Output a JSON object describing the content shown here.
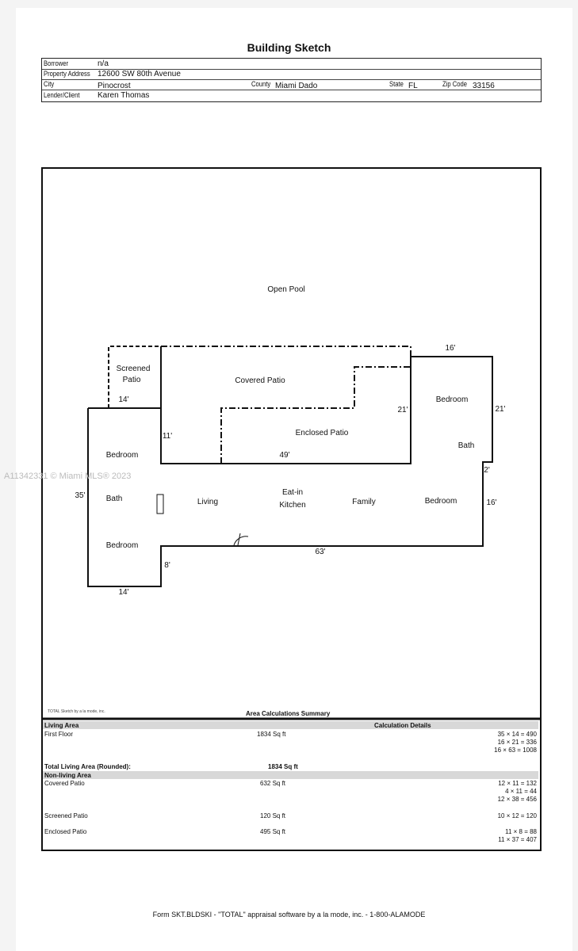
{
  "title": "Building Sketch",
  "info": {
    "borrower_label": "Borrower",
    "borrower": "n/a",
    "address_label": "Property Address",
    "address": "12600 SW 80th Avenue",
    "city_label": "City",
    "city": "Pinocrost",
    "county_label": "County",
    "county": "Miami Dado",
    "state_label": "State",
    "state": "FL",
    "zip_label": "Zip Code",
    "zip": "33156",
    "lender_label": "Lender/Client",
    "lender": "Karen Thomas"
  },
  "sketch": {
    "labels": {
      "pool": "Open Pool",
      "screened1": "Screened",
      "screened2": "Patio",
      "covered": "Covered Patio",
      "enclosed": "Enclosed Patio",
      "bedroom1": "Bedroom",
      "bath1": "Bath",
      "bedroom2": "Bedroom",
      "living": "Living",
      "eatin1": "Eat-in",
      "eatin2": "Kitchen",
      "family": "Family",
      "bedroom3": "Bedroom",
      "bedroom4": "Bedroom",
      "bath2": "Bath"
    },
    "dims": {
      "d14a": "14'",
      "d11": "11'",
      "d49": "49'",
      "d21a": "21'",
      "d16a": "16'",
      "d21b": "21'",
      "d2": "2'",
      "d16b": "16'",
      "d63": "63'",
      "d35": "35'",
      "d8": "8'",
      "d14b": "14'"
    },
    "credit": "TOTAL Sketch by a la mode, inc."
  },
  "summary": {
    "title": "Area Calculations Summary",
    "living_header": "Living Area",
    "calc_header": "Calculation Details",
    "first_floor": "First Floor",
    "first_floor_area": "1834 Sq ft",
    "first_calcs": [
      "35 × 14 =   490",
      "16 × 21 =   336",
      "16 × 63 =  1008"
    ],
    "total_label": "Total Living Area (Rounded):",
    "total": "1834 Sq ft",
    "nonliving_header": "Non-living Area",
    "covered": "Covered Patio",
    "covered_area": "632 Sq ft",
    "covered_calcs": [
      "12 × 11 =   132",
      "4 × 11  =    44",
      "12 × 38 =   456"
    ],
    "screened": "Screened Patio",
    "screened_area": "120 Sq ft",
    "screened_calcs": [
      "10 × 12 =   120"
    ],
    "enclosed": "Enclosed Patio",
    "enclosed_area": "495 Sq ft",
    "enclosed_calcs": [
      "11 × 8   =    88",
      "11 × 37 =   407"
    ]
  },
  "footer": "Form SKT.BLDSKI - \"TOTAL\" appraisal software by a la mode, inc. - 1-800-ALAMODE",
  "watermark": "A11342331 © Miami MLS® 2023"
}
